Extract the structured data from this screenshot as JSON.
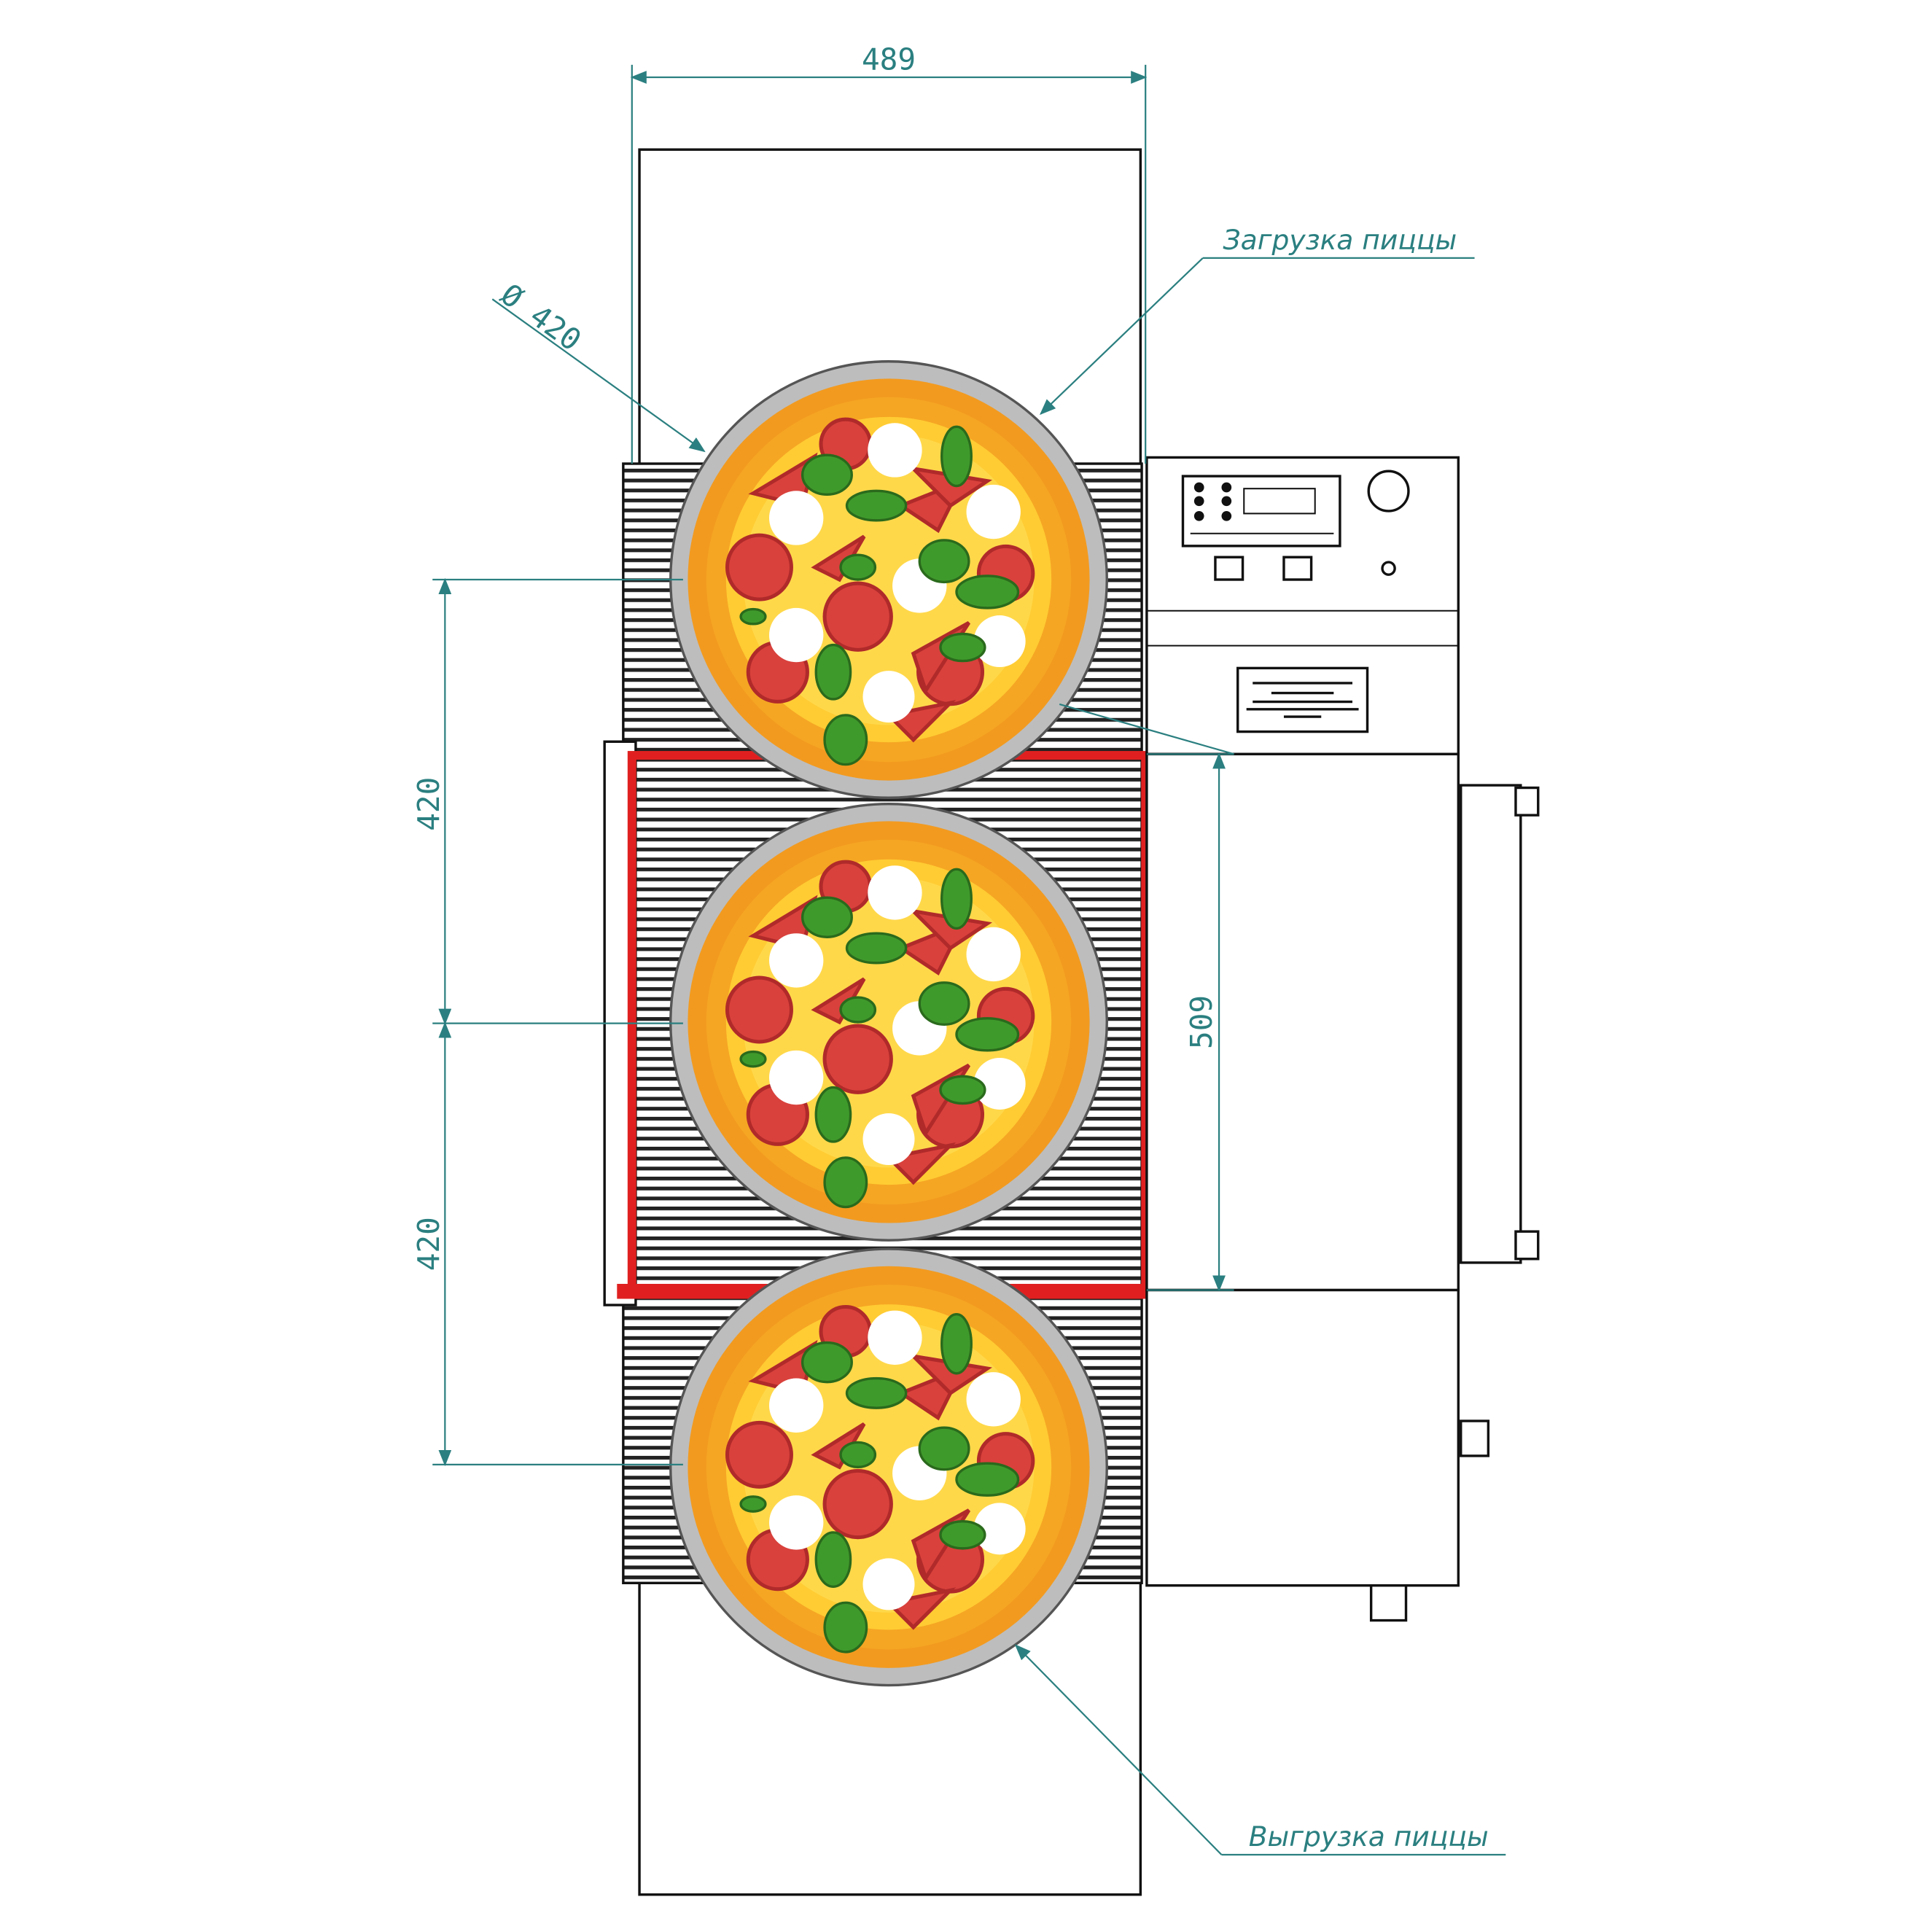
{
  "dimensions": {
    "width_top": "489",
    "pitch_upper": "420",
    "pitch_lower": "420",
    "chamber_height": "509",
    "pizza_diameter": "Ø 420"
  },
  "labels": {
    "loading": "Загрузка пиццы",
    "unloading": "Выгрузка пиццы"
  },
  "colors": {
    "dimension": "#2b7f80",
    "frame": "#e02020",
    "crust": "#f5a623",
    "pan": "#b8b8b8"
  },
  "pizzas": [
    "pizza-1",
    "pizza-2",
    "pizza-3"
  ]
}
